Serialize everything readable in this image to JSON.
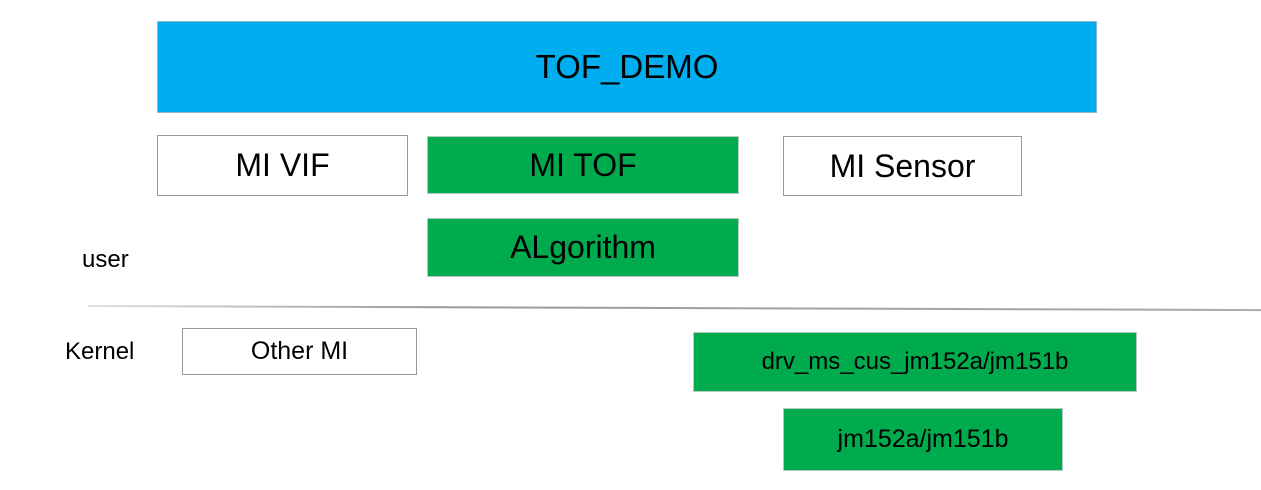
{
  "diagram": {
    "title_block": {
      "label": "TOF_DEMO",
      "fill": "#00AEEF"
    },
    "user_layer": {
      "label": "user",
      "blocks": {
        "mi_vif": {
          "label": "MI VIF",
          "fill": "#ffffff"
        },
        "mi_tof": {
          "label": "MI TOF",
          "fill": "#00AB4E"
        },
        "mi_sensor": {
          "label": "MI Sensor",
          "fill": "#ffffff"
        },
        "algorithm": {
          "label": "ALgorithm",
          "fill": "#00AB4E"
        }
      }
    },
    "kernel_layer": {
      "label": "Kernel",
      "blocks": {
        "other_mi": {
          "label": "Other MI",
          "fill": "#ffffff"
        },
        "drv": {
          "label": "drv_ms_cus_jm152a/jm151b",
          "fill": "#00AB4E"
        },
        "jm": {
          "label": "jm152a/jm151b",
          "fill": "#00AB4E"
        }
      }
    },
    "colors": {
      "blue": "#00AEEF",
      "green": "#00AB4E",
      "box_border": "#999999",
      "text": "#000000",
      "background": "#ffffff",
      "divider": "#aaaaaa"
    }
  }
}
